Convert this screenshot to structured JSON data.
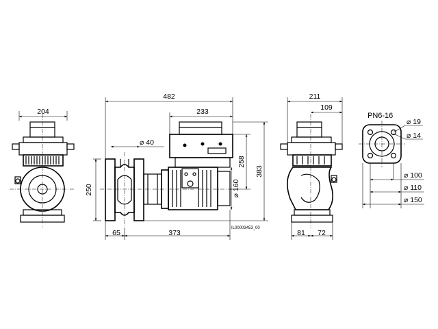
{
  "dimensions": {
    "left_width": "204",
    "left_height": "250",
    "overall_length": "482",
    "motor_length": "233",
    "flange_diameter": "⌀ 40",
    "motor_height": "258",
    "total_height": "383",
    "motor_diameter": "⌀ 160",
    "inlet_length": "65",
    "body_length": "373",
    "right_width": "211",
    "right_half_width": "109",
    "right_lower_left": "81",
    "right_lower_right": "72"
  },
  "flange_detail": {
    "title": "PN6-16",
    "bolt_hole_1": "⌀ 19",
    "bolt_hole_2": "⌀ 14",
    "bolt_circle_1": "⌀ 100",
    "bolt_circle_2": "⌀ 110",
    "outer_diameter": "⌀ 150"
  },
  "drawing_code": "IL00003453_00"
}
